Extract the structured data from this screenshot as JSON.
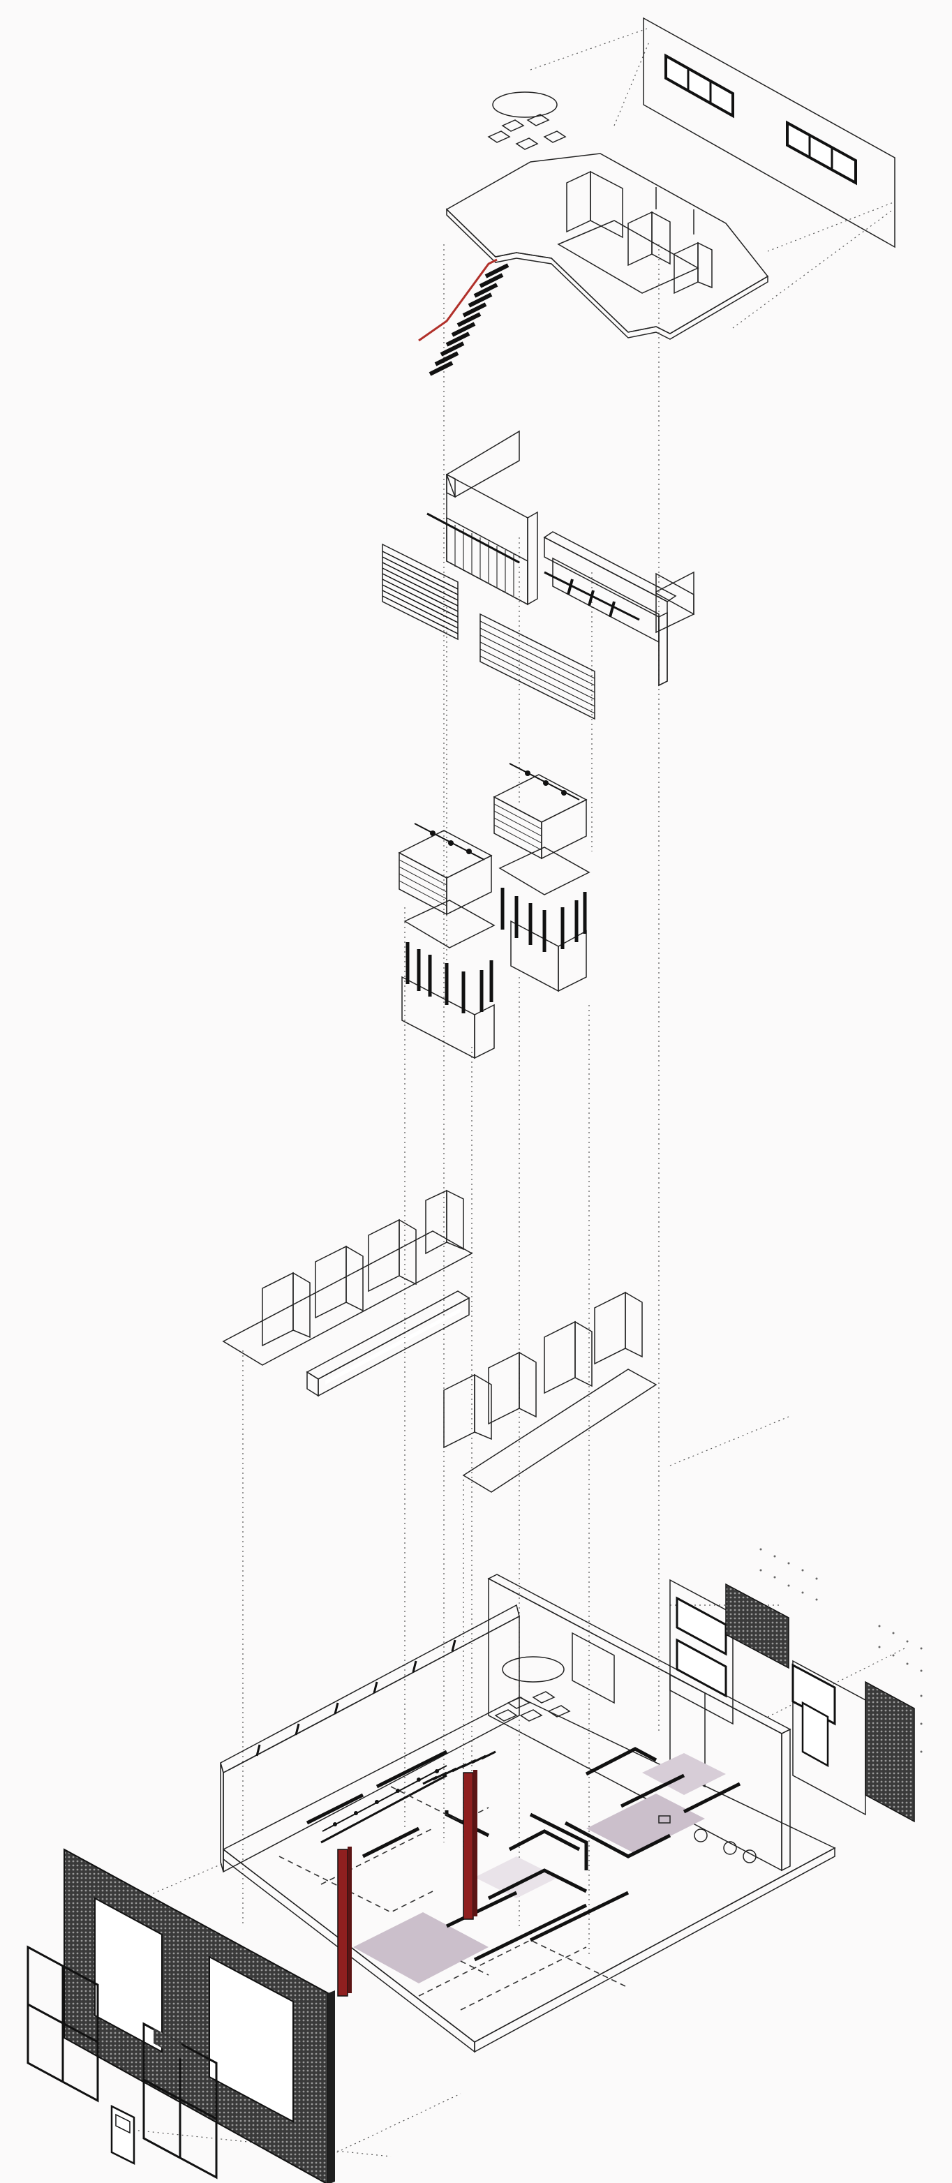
{
  "drawing": {
    "type": "exploded-axonometric",
    "layers": [
      "roof-mezzanine-layer",
      "partition-wall-layer",
      "display-cabinet-layer",
      "fitting-room-layer",
      "ground-floor-plan-layer"
    ]
  },
  "colors": {
    "background": "#fbfafa",
    "line": "#222222",
    "floor_gray": "#d9d5d9",
    "floor_lilac": "#cbbfcb",
    "cream": "#f6f4d6",
    "blue_wall": "#8c90d8",
    "green_panel": "#e0ebc4",
    "dark_gray": "#8e8e8e",
    "red_stair": "#b1302a",
    "red_column": "#8f1f1f",
    "wall_pink": "#eee4ee",
    "facade_dark": "#3a3a3a"
  }
}
